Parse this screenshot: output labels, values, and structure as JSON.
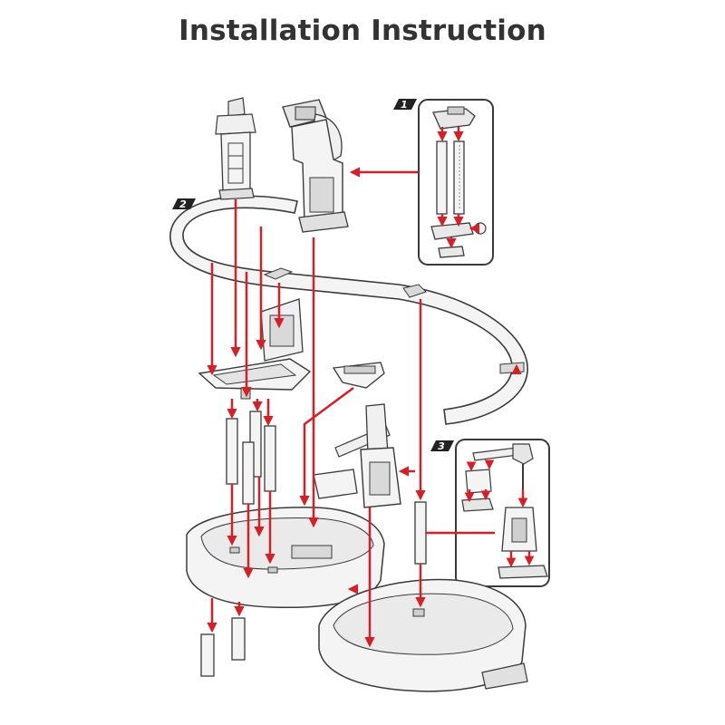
{
  "title": "Installation Instruction",
  "steps": [
    {
      "number": "1",
      "label": "1"
    },
    {
      "number": "2",
      "label": "2"
    },
    {
      "number": "3",
      "label": "3"
    }
  ],
  "colors": {
    "arrow": "#d61f26",
    "outline": "#3a3a3a",
    "part_fill": "#f4f4f4",
    "part_shade": "#d9d9d9",
    "tag_fill": "#222222"
  }
}
